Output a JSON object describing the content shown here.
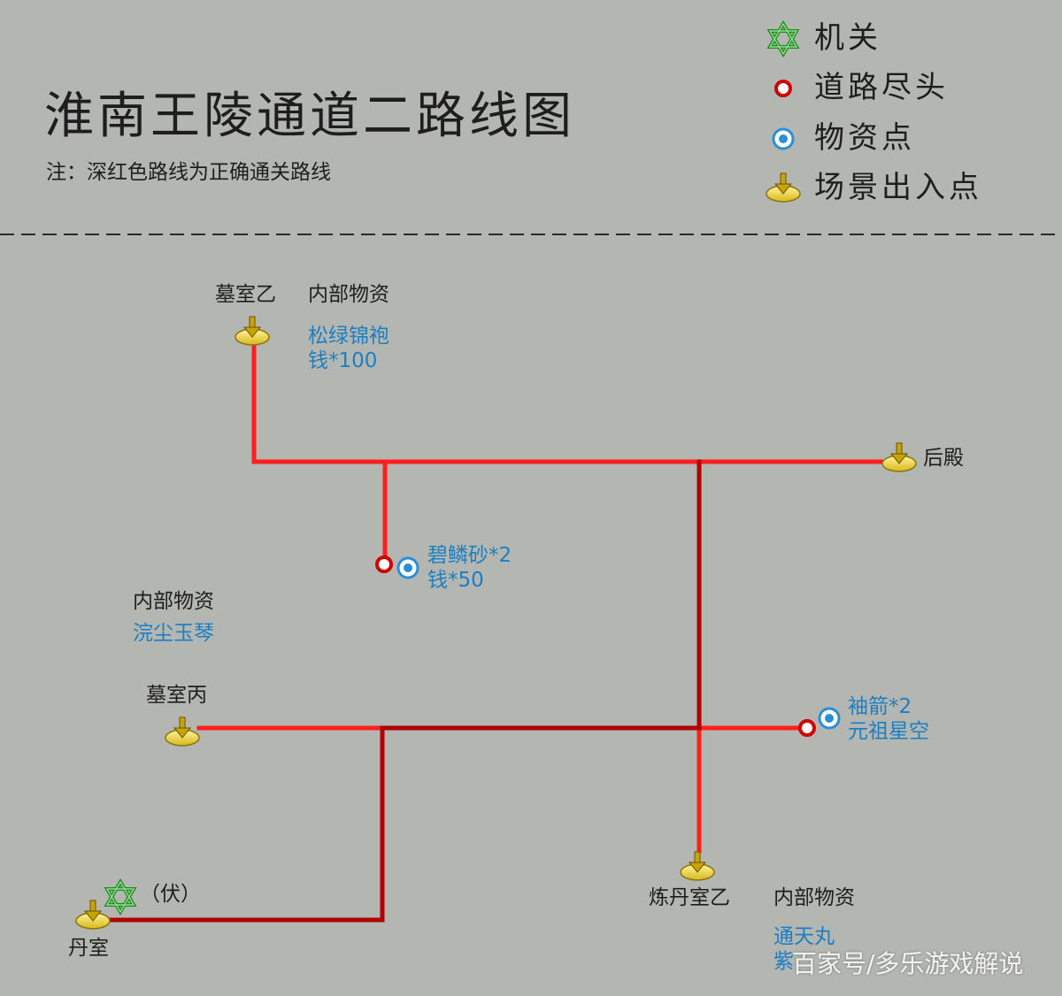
{
  "title": "淮南王陵通道二路线图",
  "note": "注：深红色路线为正确通关路线",
  "legend": [
    {
      "icon": "star-of-david-icon",
      "label": "机关"
    },
    {
      "icon": "red-ring-icon",
      "label": "道路尽头"
    },
    {
      "icon": "blue-target-icon",
      "label": "物资点"
    },
    {
      "icon": "exit-arrow-icon",
      "label": "场景出入点"
    }
  ],
  "colors": {
    "correct_route": "#c00000",
    "other_route": "#ff2020",
    "item_text": "#1b7fc4",
    "mechanism": "#2a9d2a"
  },
  "nodes": {
    "tomb_b": "墓室乙",
    "tomb_c": "墓室丙",
    "back_hall": "后殿",
    "pill_room": "丹室",
    "ambush": "（伏）",
    "alchemy_b": "炼丹室乙"
  },
  "supplies": {
    "tomb_b": {
      "heading": "内部物资",
      "items": [
        "松绿锦袍",
        "钱*100"
      ]
    },
    "mid_dead_end": {
      "items": [
        "碧鳞砂*2",
        "钱*50"
      ]
    },
    "tomb_c": {
      "heading": "内部物资",
      "items": [
        "浣尘玉琴"
      ]
    },
    "right_dead_end": {
      "items": [
        "袖箭*2",
        "元祖星空"
      ]
    },
    "alchemy_b": {
      "heading": "内部物资",
      "items": [
        "通天丸",
        "紫"
      ]
    }
  },
  "watermark": "百家号/多乐游戏解说"
}
